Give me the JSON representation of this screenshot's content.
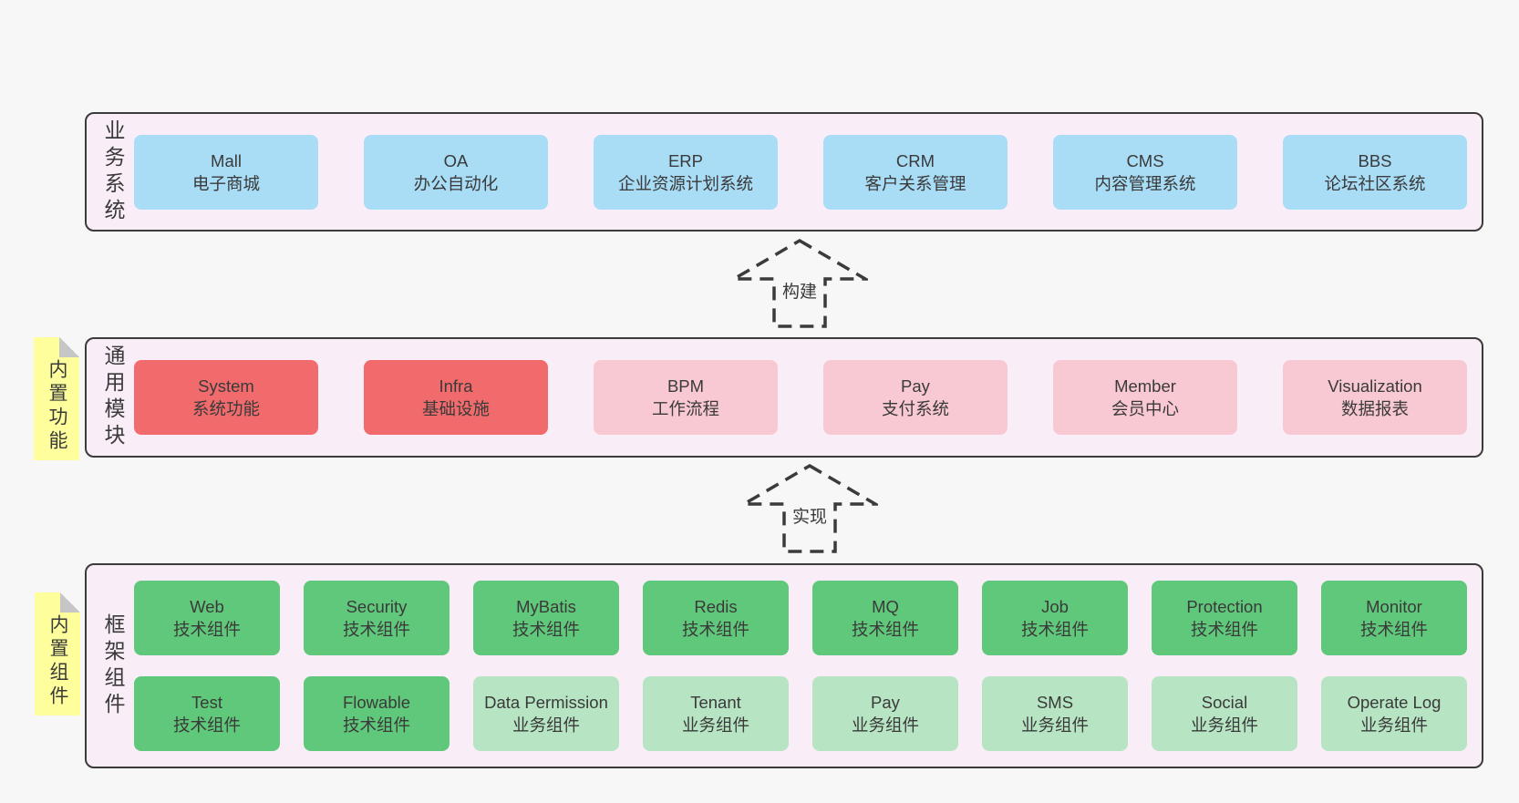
{
  "arrows": [
    {
      "name": "build",
      "label": "构建"
    },
    {
      "name": "implement",
      "label": "实现"
    }
  ],
  "bands": [
    {
      "name": "business-systems",
      "side_label": "业务系统",
      "rows": [
        [
          {
            "name": "mall",
            "title": "Mall",
            "subtitle": "电子商城",
            "variant": "blue"
          },
          {
            "name": "oa",
            "title": "OA",
            "subtitle": "办公自动化",
            "variant": "blue"
          },
          {
            "name": "erp",
            "title": "ERP",
            "subtitle": "企业资源计划系统",
            "variant": "blue"
          },
          {
            "name": "crm",
            "title": "CRM",
            "subtitle": "客户关系管理",
            "variant": "blue"
          },
          {
            "name": "cms",
            "title": "CMS",
            "subtitle": "内容管理系统",
            "variant": "blue"
          },
          {
            "name": "bbs",
            "title": "BBS",
            "subtitle": "论坛社区系统",
            "variant": "blue"
          }
        ]
      ]
    },
    {
      "name": "common-modules",
      "side_label": "通用模块",
      "sticky": "内置功能",
      "rows": [
        [
          {
            "name": "system",
            "title": "System",
            "subtitle": "系统功能",
            "variant": "red"
          },
          {
            "name": "infra",
            "title": "Infra",
            "subtitle": "基础设施",
            "variant": "red"
          },
          {
            "name": "bpm",
            "title": "BPM",
            "subtitle": "工作流程",
            "variant": "pink"
          },
          {
            "name": "pay-module",
            "title": "Pay",
            "subtitle": "支付系统",
            "variant": "pink"
          },
          {
            "name": "member",
            "title": "Member",
            "subtitle": "会员中心",
            "variant": "pink"
          },
          {
            "name": "visualization",
            "title": "Visualization",
            "subtitle": "数据报表",
            "variant": "pink"
          }
        ]
      ]
    },
    {
      "name": "framework-components",
      "side_label": "框架组件",
      "sticky": "内置组件",
      "rows": [
        [
          {
            "name": "web",
            "title": "Web",
            "subtitle": "技术组件",
            "variant": "green"
          },
          {
            "name": "security",
            "title": "Security",
            "subtitle": "技术组件",
            "variant": "green"
          },
          {
            "name": "mybatis",
            "title": "MyBatis",
            "subtitle": "技术组件",
            "variant": "green"
          },
          {
            "name": "redis",
            "title": "Redis",
            "subtitle": "技术组件",
            "variant": "green"
          },
          {
            "name": "mq",
            "title": "MQ",
            "subtitle": "技术组件",
            "variant": "green"
          },
          {
            "name": "job",
            "title": "Job",
            "subtitle": "技术组件",
            "variant": "green"
          },
          {
            "name": "protection",
            "title": "Protection",
            "subtitle": "技术组件",
            "variant": "green"
          },
          {
            "name": "monitor",
            "title": "Monitor",
            "subtitle": "技术组件",
            "variant": "green"
          }
        ],
        [
          {
            "name": "test",
            "title": "Test",
            "subtitle": "技术组件",
            "variant": "green"
          },
          {
            "name": "flowable",
            "title": "Flowable",
            "subtitle": "技术组件",
            "variant": "green"
          },
          {
            "name": "data-permission",
            "title": "Data Permission",
            "subtitle": "业务组件",
            "variant": "lightgreen"
          },
          {
            "name": "tenant",
            "title": "Tenant",
            "subtitle": "业务组件",
            "variant": "lightgreen"
          },
          {
            "name": "pay-component",
            "title": "Pay",
            "subtitle": "业务组件",
            "variant": "lightgreen"
          },
          {
            "name": "sms",
            "title": "SMS",
            "subtitle": "业务组件",
            "variant": "lightgreen"
          },
          {
            "name": "social",
            "title": "Social",
            "subtitle": "业务组件",
            "variant": "lightgreen"
          },
          {
            "name": "operate-log",
            "title": "Operate Log",
            "subtitle": "业务组件",
            "variant": "lightgreen"
          }
        ]
      ]
    }
  ],
  "colors": {
    "page_bg": "#f7f7f7",
    "band_bg": "#f9eef7",
    "band_border": "#3b3b3b",
    "text": "#3a3a3a",
    "blue": "#a9dcf5",
    "red": "#f16b6c",
    "pink": "#f9c9d3",
    "green": "#60c87a",
    "lightgreen": "#b7e5c4",
    "sticky": "#feff9c",
    "fold": "#c6c6c6"
  }
}
